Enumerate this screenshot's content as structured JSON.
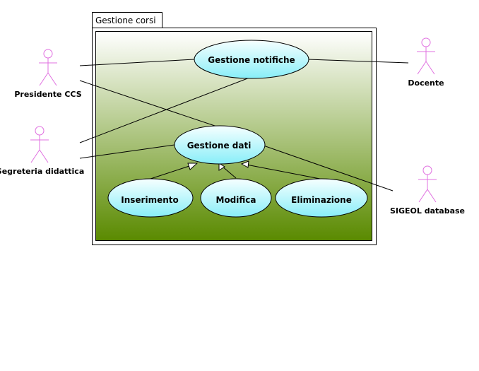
{
  "system": {
    "title": "Gestione corsi"
  },
  "actors": [
    {
      "id": "presidente",
      "label": "Presidente CCS"
    },
    {
      "id": "segreteria",
      "label": "Segreteria didattica"
    },
    {
      "id": "docente",
      "label": "Docente"
    },
    {
      "id": "sigeol",
      "label": "SIGEOL database"
    }
  ],
  "use_cases": [
    {
      "id": "notifiche",
      "label": "Gestione notifiche"
    },
    {
      "id": "dati",
      "label": "Gestione dati"
    },
    {
      "id": "inserimento",
      "label": "Inserimento"
    },
    {
      "id": "modifica",
      "label": "Modifica"
    },
    {
      "id": "eliminazione",
      "label": "Eliminazione"
    }
  ],
  "associations": [
    [
      "presidente",
      "notifiche"
    ],
    [
      "presidente",
      "dati"
    ],
    [
      "segreteria",
      "notifiche"
    ],
    [
      "segreteria",
      "dati"
    ],
    [
      "docente",
      "notifiche"
    ],
    [
      "sigeol",
      "dati"
    ]
  ],
  "generalizations": [
    [
      "inserimento",
      "dati"
    ],
    [
      "modifica",
      "dati"
    ],
    [
      "eliminazione",
      "dati"
    ]
  ],
  "colors": {
    "actor": "#e070e0",
    "gradient_top": "#ffffff",
    "gradient_bottom": "#5a8a00",
    "usecase_fill_top": "#f6ffff",
    "usecase_fill_bottom": "#88eef8"
  }
}
